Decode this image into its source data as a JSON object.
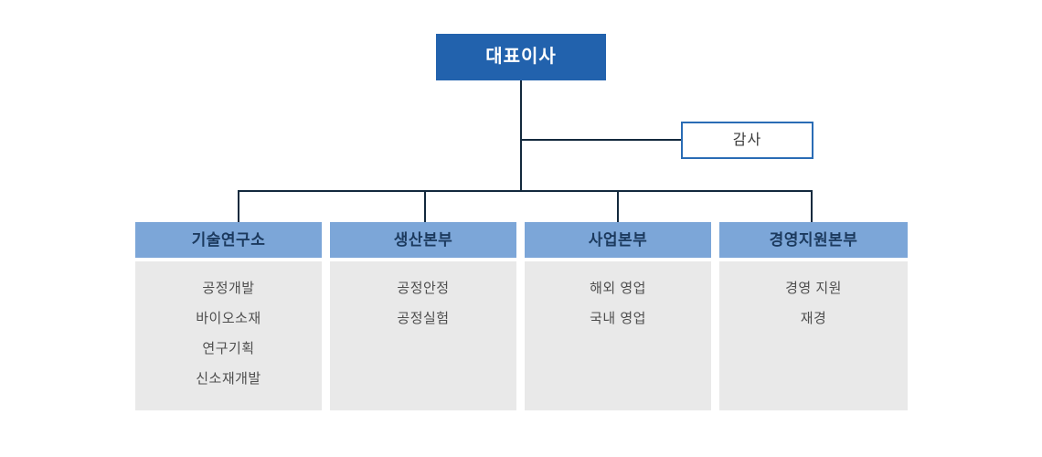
{
  "org_chart": {
    "root": {
      "label": "대표이사"
    },
    "audit": {
      "label": "감사"
    },
    "departments": [
      {
        "label": "기술연구소",
        "teams": [
          "공정개발",
          "바이오소재",
          "연구기획",
          "신소재개발"
        ]
      },
      {
        "label": "생산본부",
        "teams": [
          "공정안정",
          "공정실험"
        ]
      },
      {
        "label": "사업본부",
        "teams": [
          "해외 영업",
          "국내 영업"
        ]
      },
      {
        "label": "경영지원본부",
        "teams": [
          "경영 지원",
          "재경"
        ]
      }
    ],
    "colors": {
      "root_box_bg": "#2262AD",
      "root_box_text": "#FFFFFF",
      "dept_header_bg": "#7CA6D8",
      "dept_header_text": "#1C3A5E",
      "audit_border": "#2A6CB5",
      "audit_text": "#3B3B3B",
      "connector_line": "#13293D",
      "panel_bg": "#E9E9E9",
      "team_text": "#4E4E4E",
      "background": "#FFFFFF"
    }
  }
}
